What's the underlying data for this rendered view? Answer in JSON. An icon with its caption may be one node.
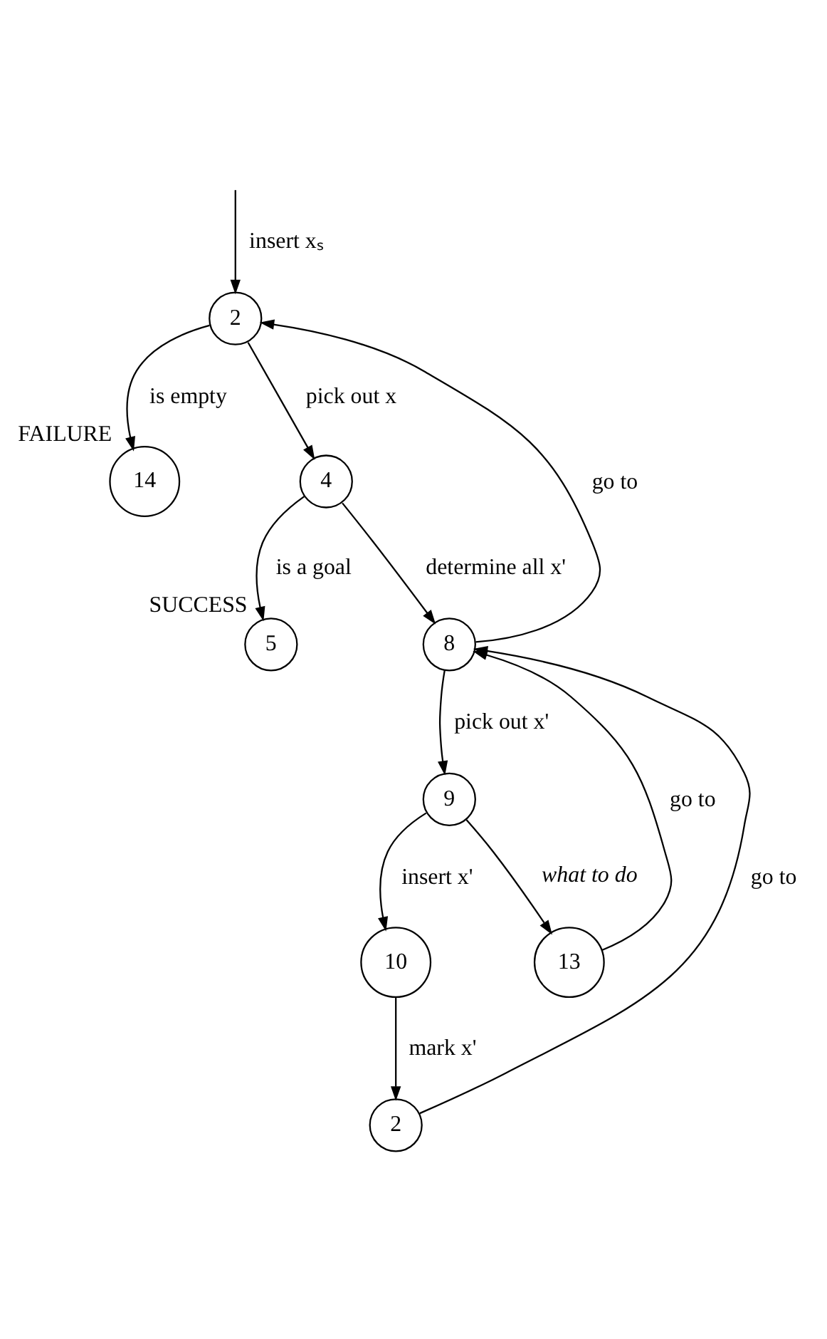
{
  "diagram": {
    "nodes": [
      {
        "text": [
          "2"
        ]
      },
      {
        "text": [
          "14"
        ],
        "beside": [
          "FAILURE"
        ]
      },
      {
        "text": [
          "4"
        ]
      },
      {
        "text": [
          "5"
        ],
        "beside": [
          "SUCCESS"
        ]
      },
      {
        "text": [
          "8"
        ]
      },
      {
        "text": [
          "9"
        ]
      },
      {
        "text": [
          "10"
        ]
      },
      {
        "text": [
          "13"
        ]
      },
      {
        "text": [
          "2"
        ]
      }
    ],
    "edges": [
      {
        "from": null,
        "to": 0,
        "arrow": "to",
        "label": "insert xₛ"
      },
      {
        "from": 0,
        "to": 1,
        "arrow": "to",
        "label": "is empty"
      },
      {
        "from": 0,
        "to": 2,
        "arrow": "to",
        "label": "pick out x"
      },
      {
        "from": 2,
        "to": 3,
        "arrow": "to",
        "label": "is a goal"
      },
      {
        "from": 2,
        "to": 4,
        "arrow": "to",
        "label": "determine all x'"
      },
      {
        "from": 4,
        "to": 0,
        "arrow": "to",
        "label": "go to"
      },
      {
        "from": 4,
        "to": 5,
        "arrow": "to",
        "label": "pick out x'"
      },
      {
        "from": 5,
        "to": 6,
        "arrow": "to",
        "label": "insert x'"
      },
      {
        "from": 5,
        "to": 7,
        "arrow": "to",
        "label": "*what to do*"
      },
      {
        "from": 7,
        "to": 4,
        "arrow": "to",
        "label": "go to"
      },
      {
        "from": 6,
        "to": 8,
        "arrow": "to",
        "label": "mark x'"
      },
      {
        "from": 8,
        "to": 4,
        "arrow": "to",
        "label": "go to"
      }
    ]
  }
}
